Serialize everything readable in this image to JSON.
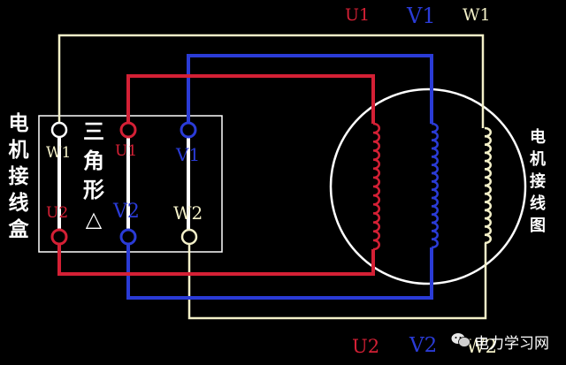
{
  "colors": {
    "background": "#000000",
    "u": "#d42035",
    "v": "#2a3bd6",
    "w": "#f3f0c8",
    "outline": "#ffffff"
  },
  "terminal_box": {
    "title_chars": [
      "电",
      "机",
      "接",
      "线",
      "盒"
    ],
    "mode_chars": [
      "三",
      "角",
      "形",
      "△"
    ],
    "labels": {
      "w1": "W1",
      "u1": "U1",
      "v1": "V1",
      "u2": "U2",
      "v2": "V2",
      "w2": "W2"
    }
  },
  "motor": {
    "title_chars": [
      "电",
      "机",
      "接",
      "线",
      "图"
    ]
  },
  "top_labels": {
    "u1": "U1",
    "v1": "V1",
    "w1": "W1"
  },
  "bottom_labels": {
    "u2": "U2",
    "v2": "V2",
    "w2": "W2"
  },
  "watermark": {
    "text": "电力学习网",
    "icon": "wechat-icon"
  }
}
